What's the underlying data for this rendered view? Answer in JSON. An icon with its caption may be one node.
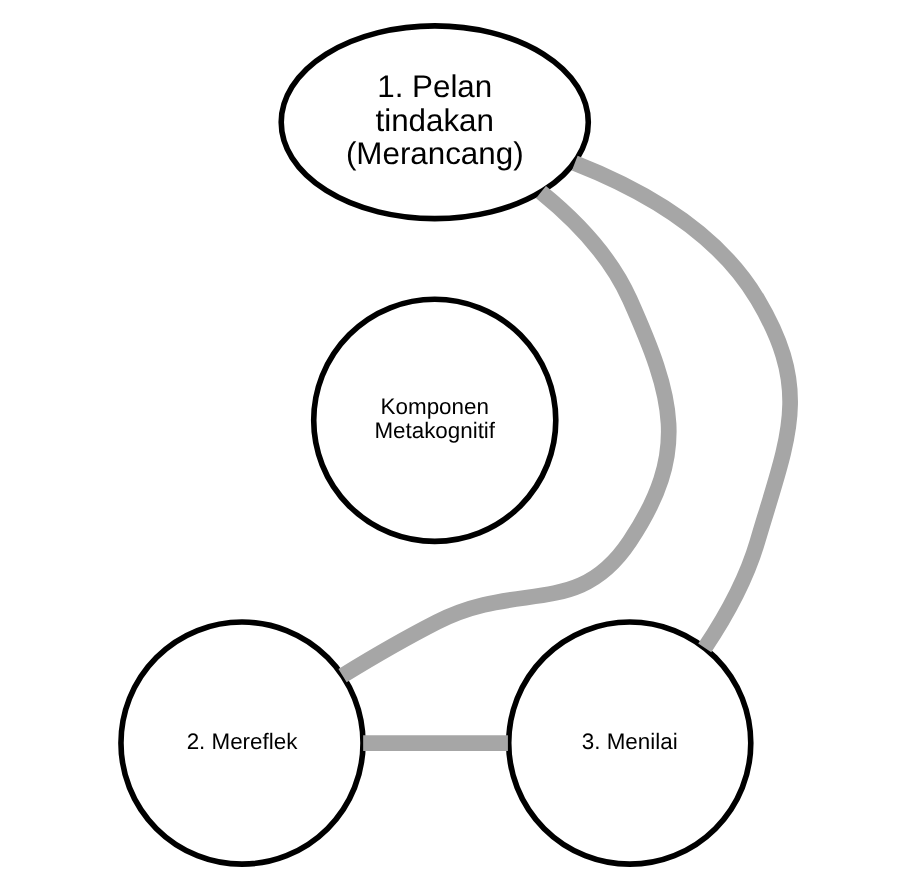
{
  "diagram": {
    "nodes": [
      {
        "text": [
          "1. Pelan tindakan (Merancang)"
        ]
      },
      {
        "text": [
          "Komponen Metakognitif"
        ]
      },
      {
        "text": [
          "2. Mereflek"
        ]
      },
      {
        "text": [
          "3. Menilai"
        ]
      }
    ],
    "edges": [
      {
        "from": 0,
        "to": 2,
        "arrow": "none",
        "color": "#a6a6a6"
      },
      {
        "from": 2,
        "to": 3,
        "arrow": "none",
        "color": "#a6a6a6"
      },
      {
        "from": 3,
        "to": 0,
        "arrow": "none",
        "color": "#a6a6a6"
      }
    ]
  }
}
